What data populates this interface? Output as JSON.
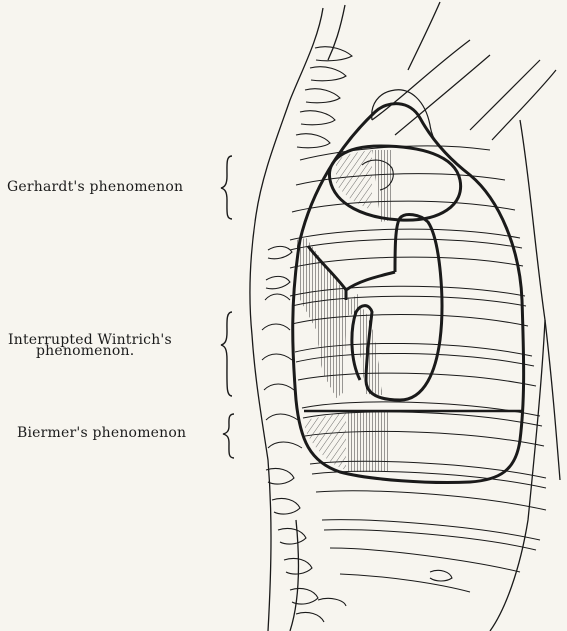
{
  "labels": {
    "gerhardt": "Gerhardt's phenomenon",
    "wintrich_line1": "Interrupted  Wintrich's",
    "wintrich_line2": "phenomenon.",
    "biermer": "Biermer's phenomenon"
  },
  "colors": {
    "paper": "#f7f5ef",
    "ink": "#1a1a1a"
  }
}
